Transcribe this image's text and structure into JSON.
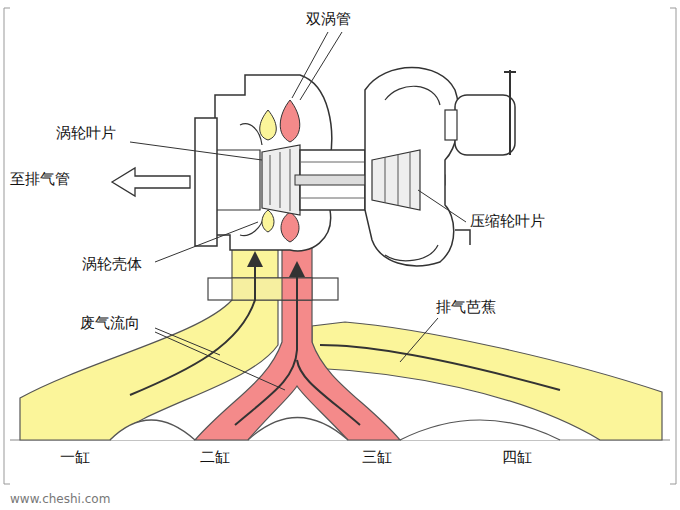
{
  "diagram": {
    "labels": [
      "双涡管",
      "涡轮叶片",
      "至排气管",
      "涡轮壳体",
      "压缩轮叶片",
      "废气流向",
      "排气芭蕉",
      "一缸",
      "二缸",
      "三缸",
      "四缸",
      "www.cheshi.com"
    ]
  }
}
